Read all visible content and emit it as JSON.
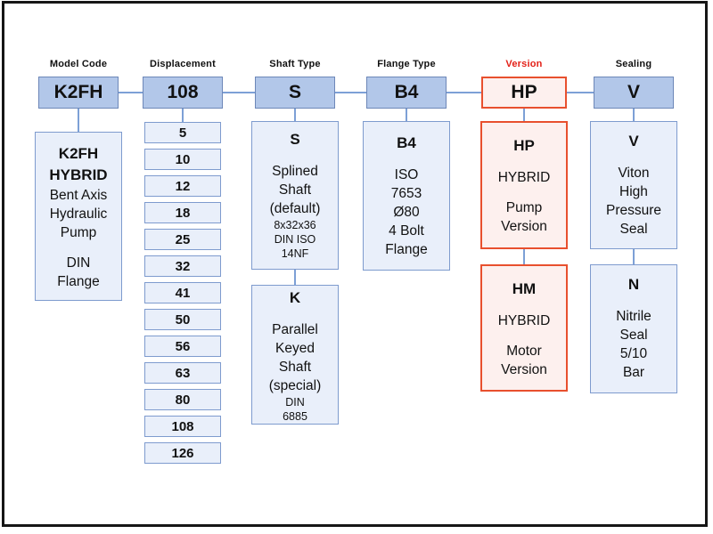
{
  "colors": {
    "blue_fill": "#b2c7e9",
    "blue_border": "#6d87b8",
    "light_fill": "#e9effa",
    "light_border": "#7e9bce",
    "red_border": "#e8502e",
    "red_fill": "#fdf0ee",
    "red_text": "#e32017",
    "connector": "#7da0d6",
    "frame": "#161616"
  },
  "columns": {
    "model_code": {
      "label": "Model Code",
      "code": "K2FH",
      "desc": {
        "lines": [
          {
            "t": "K2FH",
            "s": "b"
          },
          {
            "t": "HYBRID",
            "s": "b"
          },
          {
            "t": "Bent Axis"
          },
          {
            "t": "Hydraulic"
          },
          {
            "t": "Pump"
          },
          {
            "t": "",
            "s": "g"
          },
          {
            "t": "DIN"
          },
          {
            "t": "Flange"
          }
        ]
      }
    },
    "displacement": {
      "label": "Displacement",
      "code": "108",
      "values": [
        "5",
        "10",
        "12",
        "18",
        "25",
        "32",
        "41",
        "50",
        "56",
        "63",
        "80",
        "108",
        "126"
      ]
    },
    "shaft_type": {
      "label": "Shaft Type",
      "code": "S",
      "option_s": {
        "lines": [
          {
            "t": "S",
            "s": "b"
          },
          {
            "t": "",
            "s": "g"
          },
          {
            "t": "Splined"
          },
          {
            "t": "Shaft"
          },
          {
            "t": "(default)"
          },
          {
            "t": "8x32x36",
            "s": "sm"
          },
          {
            "t": "DIN ISO",
            "s": "sm"
          },
          {
            "t": "14NF",
            "s": "sm"
          }
        ]
      },
      "option_k": {
        "lines": [
          {
            "t": "K",
            "s": "b"
          },
          {
            "t": "",
            "s": "g"
          },
          {
            "t": "Parallel"
          },
          {
            "t": "Keyed"
          },
          {
            "t": "Shaft"
          },
          {
            "t": "(special)"
          },
          {
            "t": "DIN",
            "s": "sm"
          },
          {
            "t": "6885",
            "s": "sm"
          }
        ]
      }
    },
    "flange_type": {
      "label": "Flange Type",
      "code": "B4",
      "desc": {
        "lines": [
          {
            "t": "B4",
            "s": "b"
          },
          {
            "t": "",
            "s": "g"
          },
          {
            "t": "ISO"
          },
          {
            "t": "7653"
          },
          {
            "t": "Ø80"
          },
          {
            "t": "4 Bolt"
          },
          {
            "t": "Flange"
          }
        ]
      }
    },
    "version": {
      "label": "Version",
      "code": "HP",
      "option_hp": {
        "lines": [
          {
            "t": "HP",
            "s": "b"
          },
          {
            "t": "",
            "s": "g"
          },
          {
            "t": "HYBRID"
          },
          {
            "t": "",
            "s": "g"
          },
          {
            "t": "Pump"
          },
          {
            "t": "Version"
          }
        ]
      },
      "option_hm": {
        "lines": [
          {
            "t": "HM",
            "s": "b"
          },
          {
            "t": "",
            "s": "g"
          },
          {
            "t": "HYBRID"
          },
          {
            "t": "",
            "s": "g"
          },
          {
            "t": "Motor"
          },
          {
            "t": "Version"
          }
        ]
      }
    },
    "sealing": {
      "label": "Sealing",
      "code": "V",
      "option_v": {
        "lines": [
          {
            "t": "V",
            "s": "b"
          },
          {
            "t": "",
            "s": "g"
          },
          {
            "t": "Viton"
          },
          {
            "t": "High"
          },
          {
            "t": "Pressure"
          },
          {
            "t": "Seal"
          }
        ]
      },
      "option_n": {
        "lines": [
          {
            "t": "N",
            "s": "b"
          },
          {
            "t": "",
            "s": "g"
          },
          {
            "t": "Nitrile"
          },
          {
            "t": "Seal"
          },
          {
            "t": "5/10"
          },
          {
            "t": "Bar"
          }
        ]
      }
    }
  }
}
